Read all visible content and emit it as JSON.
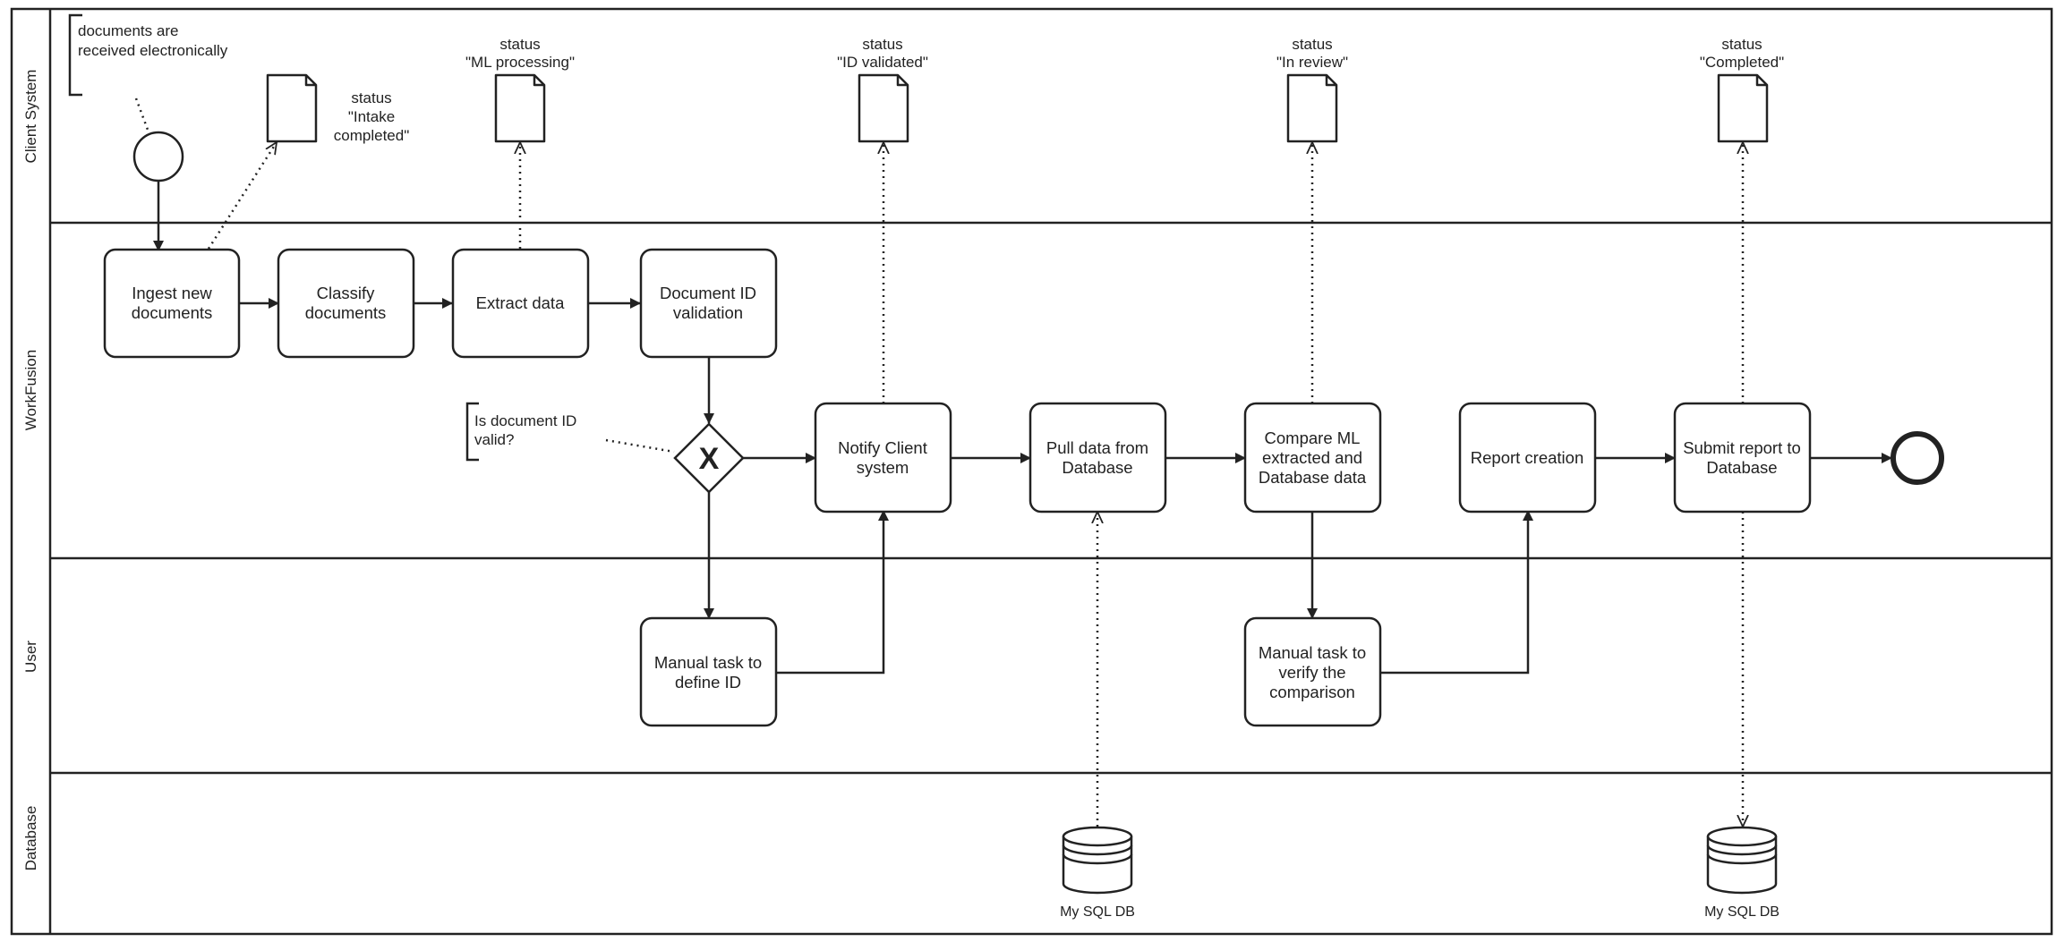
{
  "colors": {
    "stroke": "#222222",
    "background": "#ffffff",
    "text": "#222222"
  },
  "lanes": [
    {
      "id": "client",
      "label": "Client System"
    },
    {
      "id": "workfusion",
      "label": "WorkFusion"
    },
    {
      "id": "user",
      "label": "User"
    },
    {
      "id": "database",
      "label": "Database"
    }
  ],
  "tasks": {
    "ingest": [
      "Ingest new",
      "documents"
    ],
    "classify": [
      "Classify",
      "documents"
    ],
    "extract": [
      "Extract data"
    ],
    "docid": [
      "Document ID",
      "validation"
    ],
    "notify": [
      "Notify Client",
      "system"
    ],
    "pull": [
      "Pull data from",
      "Database"
    ],
    "compare": [
      "Compare ML",
      "extracted and",
      "Database data"
    ],
    "report": [
      "Report creation"
    ],
    "submit": [
      "Submit report to",
      "Database"
    ],
    "manual_id": [
      "Manual task to",
      "define ID"
    ],
    "manual_verify": [
      "Manual task to",
      "verify the",
      "comparison"
    ]
  },
  "annotations": {
    "received": [
      "documents are",
      "received electronically"
    ],
    "gateway_question": [
      "Is document ID",
      "valid?"
    ]
  },
  "gateway": {
    "symbol": "X"
  },
  "status_documents": {
    "intake": [
      "status",
      "\"Intake",
      "completed\""
    ],
    "ml": [
      "status",
      "\"ML processing\""
    ],
    "validated": [
      "status",
      "\"ID validated\""
    ],
    "review": [
      "status",
      "\"In review\""
    ],
    "completed": [
      "status",
      "\"Completed\""
    ]
  },
  "databases": {
    "db1": "My SQL DB",
    "db2": "My SQL DB"
  }
}
